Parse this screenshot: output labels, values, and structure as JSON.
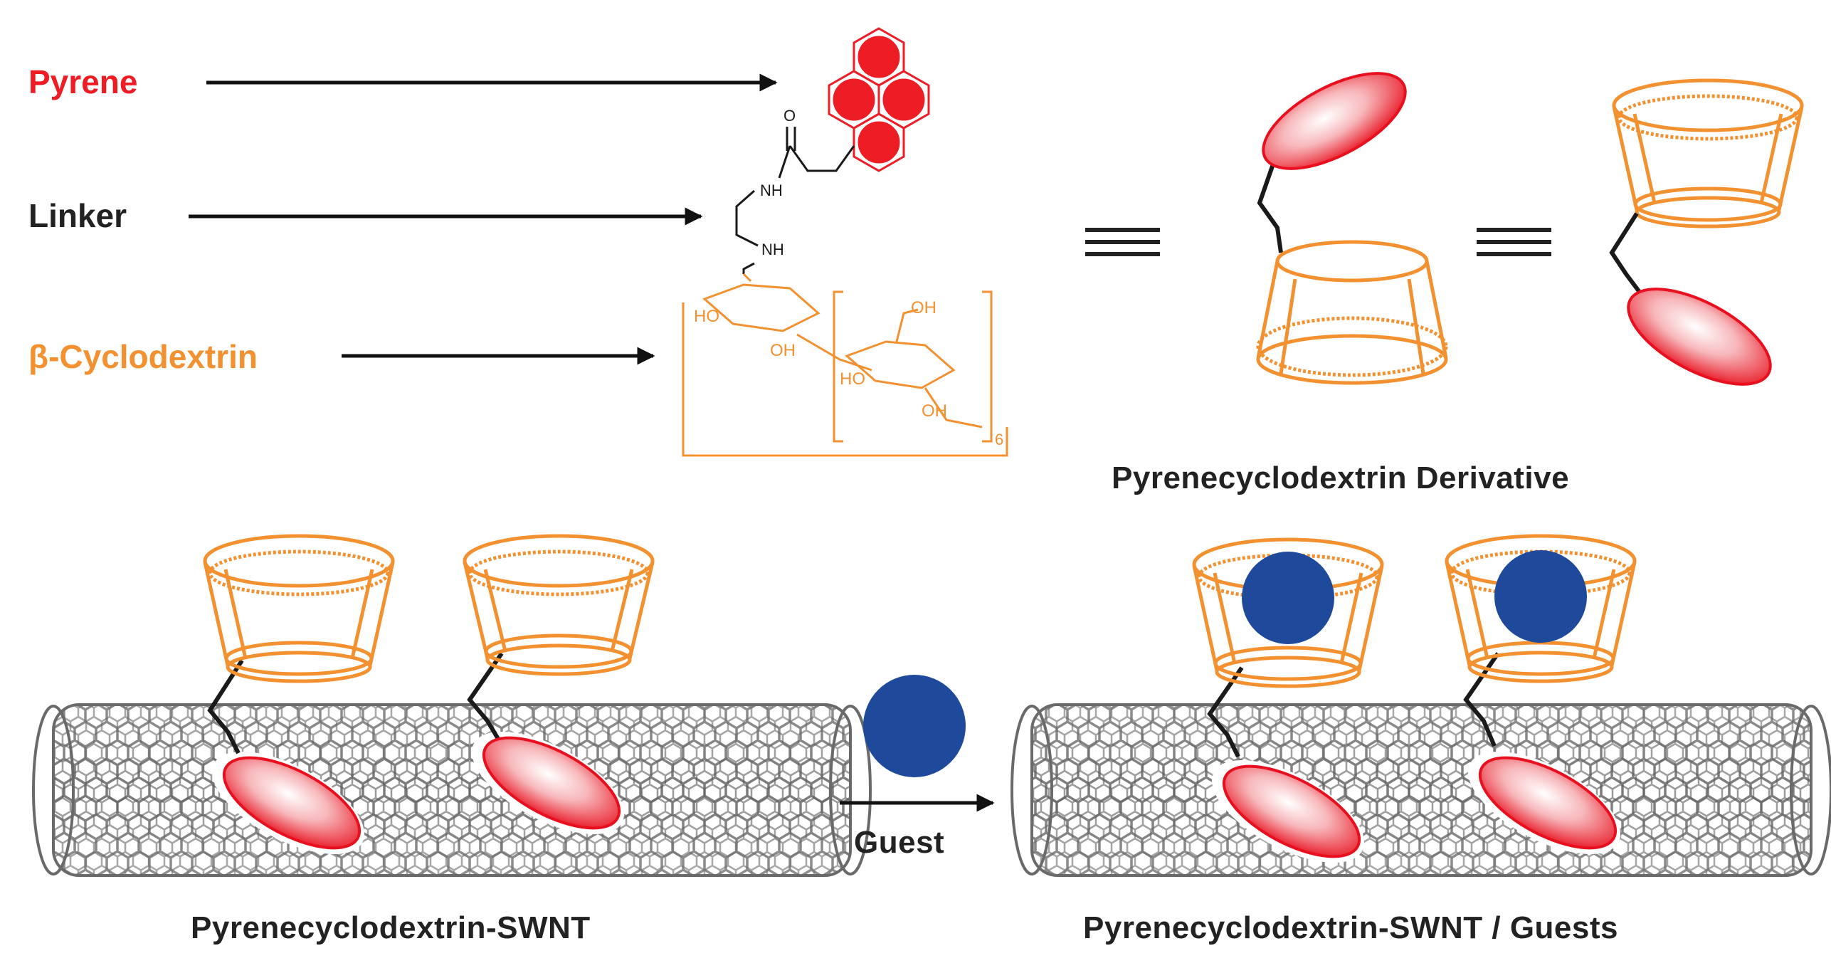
{
  "labels": {
    "pyrene": "Pyrene",
    "linker": "Linker",
    "cyclodextrin": "β-Cyclodextrin",
    "derivative": "Pyrenecyclodextrin Derivative",
    "swnt": "Pyrenecyclodextrin-SWNT",
    "guest": "Guest",
    "swnt_guests": "Pyrenecyclodextrin-SWNT / Guests"
  },
  "structure_text": {
    "carbonyl": "O",
    "amide_nh": "NH",
    "amine_nh": "NH",
    "ho_ring1": "HO",
    "oh_ring1": "OH",
    "oh_top": "OH",
    "ho_ring2": "HO",
    "oh_ring2": "OH",
    "repeat": "6"
  },
  "colors": {
    "pyrene": "#ee1c25",
    "linker": "#1a1a1a",
    "cyclodextrin": "#f39130",
    "guest": "#1f4a9c",
    "nanotube": "#666666"
  }
}
